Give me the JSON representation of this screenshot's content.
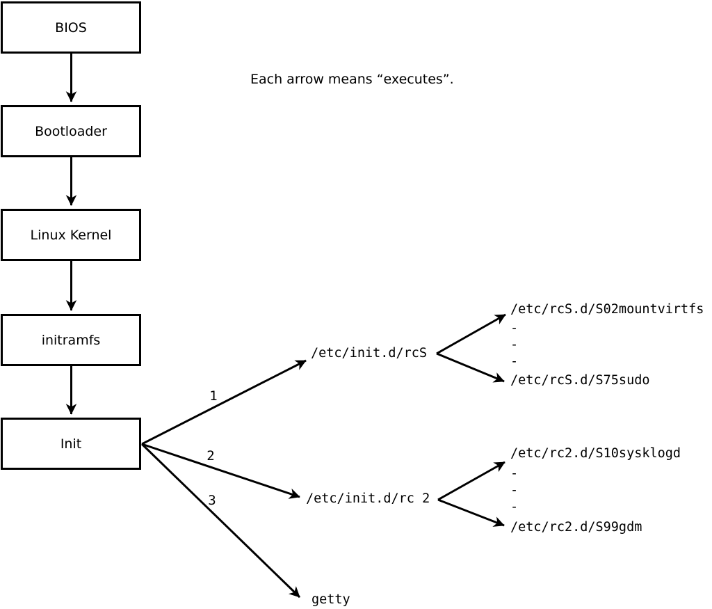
{
  "note": "Each arrow means “executes”.",
  "chain": [
    {
      "label": "BIOS"
    },
    {
      "label": "Bootloader"
    },
    {
      "label": "Linux Kernel"
    },
    {
      "label": "initramfs"
    },
    {
      "label": "Init"
    }
  ],
  "branches": [
    {
      "label": "1",
      "target": "/etc/init.d/rcS",
      "children": [
        "/etc/rcS.d/S02mountvirtfs",
        "-",
        "-",
        "-",
        "/etc/rcS.d/S75sudo"
      ]
    },
    {
      "label": "2",
      "target": "/etc/init.d/rc 2",
      "children": [
        "/etc/rc2.d/S10sysklogd",
        "-",
        "-",
        "-",
        "/etc/rc2.d/S99gdm"
      ]
    },
    {
      "label": "3",
      "target": "getty",
      "children": []
    }
  ],
  "colors": {
    "ink": "#000000",
    "background": "#ffffff"
  }
}
